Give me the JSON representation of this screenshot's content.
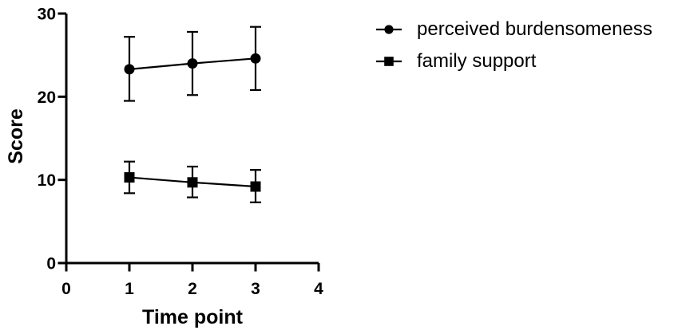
{
  "figure": {
    "background": "#ffffff",
    "ink_color": "#000000"
  },
  "chart_data": {
    "type": "line",
    "title": "",
    "xlabel": "Time point",
    "ylabel": "Score",
    "xlim": [
      0,
      4
    ],
    "ylim": [
      0,
      30
    ],
    "x_ticks": [
      0,
      1,
      2,
      3,
      4
    ],
    "y_ticks": [
      0,
      10,
      20,
      30
    ],
    "grid": false,
    "legend_position": "right-top",
    "x": [
      1,
      2,
      3
    ],
    "series": [
      {
        "name": "perceived burdensomeness",
        "marker": "circle",
        "values": [
          23.3,
          24.0,
          24.6
        ],
        "error_bar_lower": [
          19.5,
          20.2,
          20.8
        ],
        "error_bar_upper": [
          27.2,
          27.8,
          28.4
        ]
      },
      {
        "name": "family support",
        "marker": "square",
        "values": [
          10.3,
          9.7,
          9.2
        ],
        "error_bar_lower": [
          8.4,
          7.9,
          7.3
        ],
        "error_bar_upper": [
          12.2,
          11.6,
          11.2
        ]
      }
    ]
  }
}
